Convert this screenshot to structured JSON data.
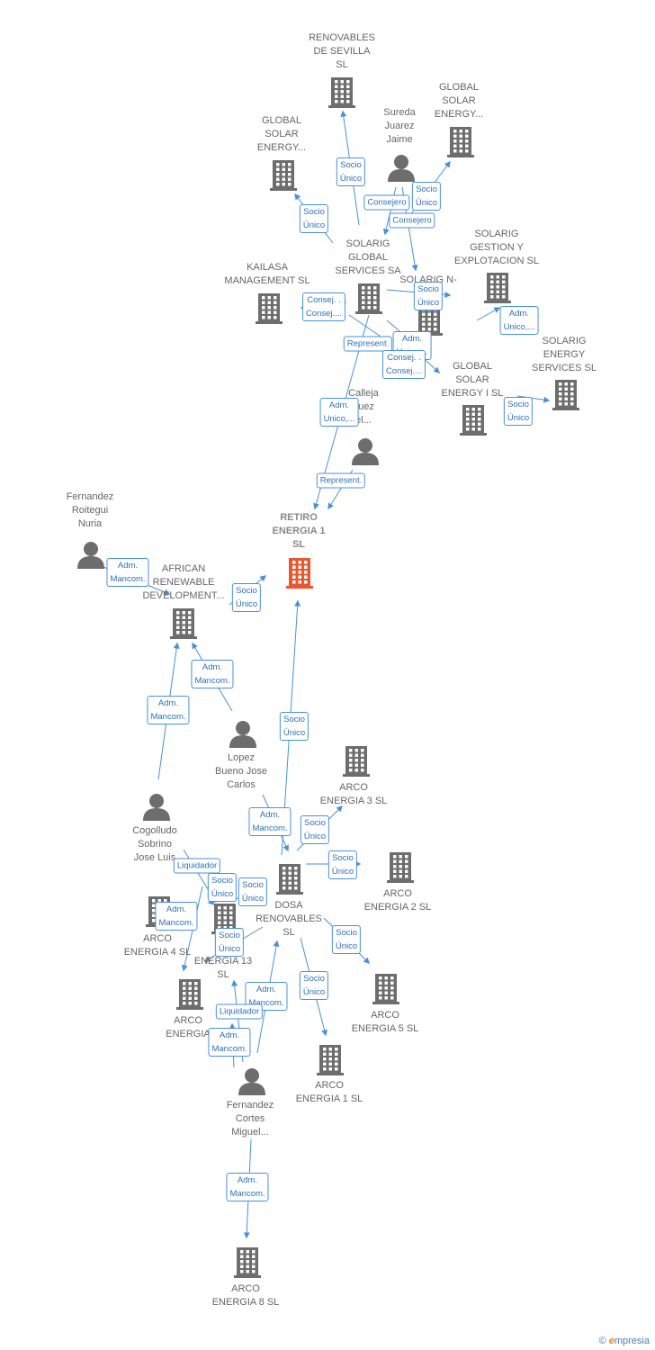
{
  "colors": {
    "edge": "#4a90d9",
    "node_gray": "#6d6d6d",
    "node_main": "#e8572e",
    "label": "#666666"
  },
  "nodes": [
    {
      "id": "renovables_sevilla",
      "type": "company",
      "label": "RENOVABLES\nDE SEVILLA\nSL"
    },
    {
      "id": "global_solar_top_right",
      "type": "company",
      "label": "GLOBAL\nSOLAR\nENERGY..."
    },
    {
      "id": "sureda",
      "type": "person",
      "label": "Sureda\nJuarez\nJaime"
    },
    {
      "id": "global_solar_left",
      "type": "company",
      "label": "GLOBAL\nSOLAR\nENERGY..."
    },
    {
      "id": "solarig_global",
      "type": "company",
      "label": "SOLARIG\nGLOBAL\nSERVICES SA"
    },
    {
      "id": "solarig_gestion",
      "type": "company",
      "label": "SOLARIG\nGESTION Y\nEXPLOTACION SL"
    },
    {
      "id": "kailasa",
      "type": "company",
      "label": "KAILASA\nMANAGEMENT SL"
    },
    {
      "id": "solarig_n",
      "type": "company",
      "label": "SOLARIG N-\nG"
    },
    {
      "id": "solarig_energy",
      "type": "company",
      "label": "SOLARIG\nENERGY\nSERVICES SL"
    },
    {
      "id": "global_solar_i",
      "type": "company",
      "label": "GLOBAL\nSOLAR\nENERGY I SL"
    },
    {
      "id": "calleja",
      "type": "person",
      "label": "Calleja\nguez\nel..."
    },
    {
      "id": "retiro",
      "type": "main",
      "label": "RETIRO\nENERGIA 1\nSL"
    },
    {
      "id": "fernandez_roitegui",
      "type": "person",
      "label": "Fernandez\nRoitegui\nNuria"
    },
    {
      "id": "african",
      "type": "company",
      "label": "AFRICAN\nRENEWABLE\nDEVELOPMENT..."
    },
    {
      "id": "lopez",
      "type": "person",
      "label": "Lopez\nBueno Jose\nCarlos"
    },
    {
      "id": "arco3",
      "type": "company",
      "label": "ARCO\nENERGIA 3 SL"
    },
    {
      "id": "cogolludo",
      "type": "person",
      "label": "Cogolludo\nSobrino\nJose Luis"
    },
    {
      "id": "arco2",
      "type": "company",
      "label": "ARCO\nENERGIA 2 SL"
    },
    {
      "id": "dosa",
      "type": "company",
      "label": "DOSA\nRENOVABLES\nSL"
    },
    {
      "id": "arco4",
      "type": "company",
      "label": "ARCO\nENERGIA 4 SL"
    },
    {
      "id": "arco13",
      "type": "company",
      "label": "ENERGIA 13\nSL"
    },
    {
      "id": "arco_e",
      "type": "company",
      "label": "ARCO\nENERGIA"
    },
    {
      "id": "arco5",
      "type": "company",
      "label": "ARCO\nENERGIA 5 SL"
    },
    {
      "id": "arco1",
      "type": "company",
      "label": "ARCO\nENERGIA 1 SL"
    },
    {
      "id": "fernandez_cortes",
      "type": "person",
      "label": "Fernandez\nCortes\nMiguel..."
    },
    {
      "id": "arco8",
      "type": "company",
      "label": "ARCO\nENERGIA 8 SL"
    }
  ],
  "edges": [
    {
      "id": "e1",
      "label": "Socio\nÚnico"
    },
    {
      "id": "e2",
      "label": "Socio\nÚnico"
    },
    {
      "id": "e3",
      "label": "Consejero"
    },
    {
      "id": "e4",
      "label": "Socio\nÚnico"
    },
    {
      "id": "e5",
      "label": "Consejero"
    },
    {
      "id": "e6",
      "label": "Consej. .\nConsej...."
    },
    {
      "id": "e7",
      "label": "Socio\nÚnico"
    },
    {
      "id": "e8",
      "label": "Adm.\nUnico,..."
    },
    {
      "id": "e9",
      "label": "Represent."
    },
    {
      "id": "e10",
      "label": "Adm.\nUnico,..."
    },
    {
      "id": "e11",
      "label": "Consej. .\nConsej...."
    },
    {
      "id": "e12",
      "label": "Adm.\nUnico,..."
    },
    {
      "id": "e13",
      "label": "Socio\nÚnico"
    },
    {
      "id": "e14",
      "label": "Represent."
    },
    {
      "id": "e15",
      "label": "Adm.\nMancom."
    },
    {
      "id": "e16",
      "label": "Socio\nÚnico"
    },
    {
      "id": "e17",
      "label": "Adm.\nMancom."
    },
    {
      "id": "e18",
      "label": "Adm.\nMancom."
    },
    {
      "id": "e19",
      "label": "Socio\nÚnico"
    },
    {
      "id": "e20",
      "label": "Adm.\nMancom."
    },
    {
      "id": "e21",
      "label": "Socio\nÚnico"
    },
    {
      "id": "e22",
      "label": "Socio\nÚnico"
    },
    {
      "id": "e23",
      "label": "Liquidador"
    },
    {
      "id": "e24",
      "label": "Socio\nÚnico"
    },
    {
      "id": "e25",
      "label": "Socio\nÚnico"
    },
    {
      "id": "e26",
      "label": "Adm.\nMancom."
    },
    {
      "id": "e27",
      "label": "Socio\nÚnico"
    },
    {
      "id": "e28",
      "label": "Socio\nÚnico"
    },
    {
      "id": "e29",
      "label": "Adm.\nMancom."
    },
    {
      "id": "e30",
      "label": "Liquidador"
    },
    {
      "id": "e31",
      "label": "Socio\nÚnico"
    },
    {
      "id": "e32",
      "label": "Adm.\nMancom."
    },
    {
      "id": "e33",
      "label": "Adm.\nMancom."
    }
  ],
  "footer": {
    "copyright": "©",
    "brand_e": "e",
    "brand_rest": "mpresia"
  }
}
